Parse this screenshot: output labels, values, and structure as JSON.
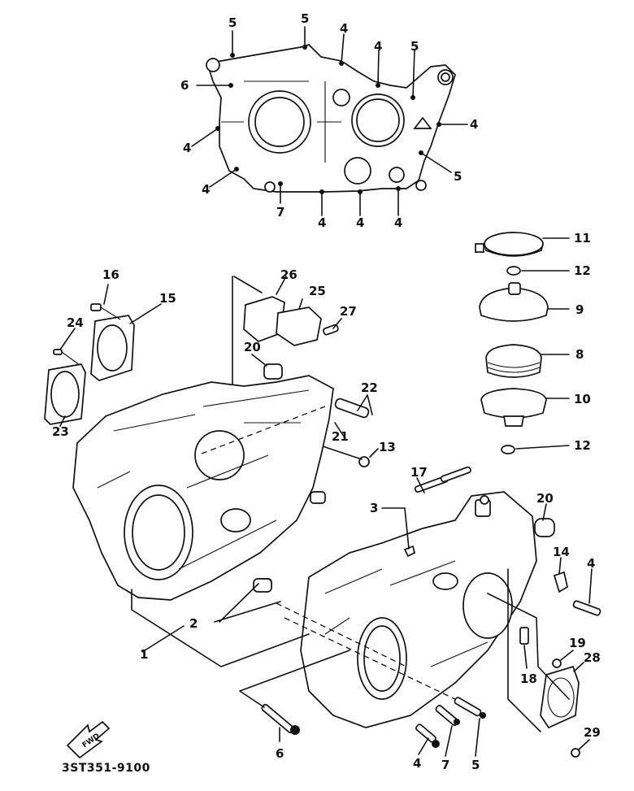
{
  "diagram": {
    "title": "Crankcase exploded view",
    "part_code": "3ST351-9100",
    "direction_badge": "FWD",
    "callouts": {
      "top_view": [
        "5",
        "5",
        "4",
        "4",
        "5",
        "6",
        "4",
        "4",
        "4",
        "5",
        "7",
        "4",
        "4",
        "4"
      ],
      "p1": "1",
      "p2": "2",
      "p3": "3",
      "p4_right": "4",
      "p4_bottom": "4",
      "p5_bottom": "5",
      "p6_bottom": "6",
      "p7_bottom": "7",
      "p8": "8",
      "p9": "9",
      "p10": "10",
      "p11": "11",
      "p12_top": "12",
      "p12_bottom": "12",
      "p13": "13",
      "p14": "14",
      "p15": "15",
      "p16": "16",
      "p17": "17",
      "p18": "18",
      "p19": "19",
      "p20_left": "20",
      "p20_right": "20",
      "p21": "21",
      "p22": "22",
      "p23": "23",
      "p24": "24",
      "p25": "25",
      "p26": "26",
      "p27": "27",
      "p28": "28",
      "p29": "29"
    }
  }
}
